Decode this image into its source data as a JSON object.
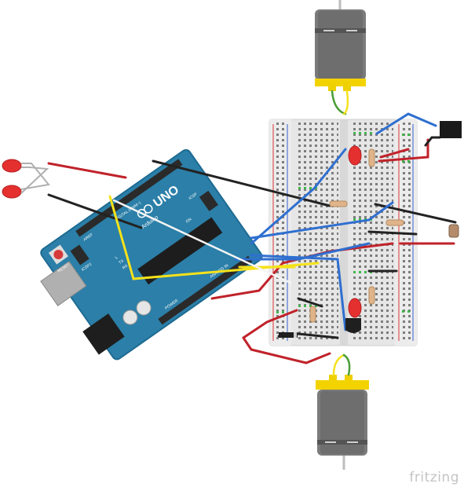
{
  "arduino": {
    "logo_text": "UNO",
    "brand_text": "Arduino",
    "digital_label": "DIGITAL (PWM~)",
    "power_label": "POWER",
    "analog_label": "ANALOG IN",
    "icsp_label": "ICSP",
    "icsp2_label": "ICSP2",
    "reset_label": "RESET",
    "aref_label": "AREF",
    "tx_label": "TX",
    "rx_label": "RX",
    "l_label": "L",
    "on_label": "ON"
  },
  "footer": {
    "brand": "fritzing"
  },
  "colors": {
    "board": "#2b7fa8",
    "breadboard": "#e8e8e8",
    "wire_red": "#c0222a",
    "wire_black": "#222222",
    "wire_blue": "#2f6fd0",
    "wire_yellow": "#f5e21a",
    "wire_white": "#f4f4f4",
    "motor_body": "#7a7a7a",
    "motor_band": "#f4d400",
    "led_red": "#e53030"
  }
}
